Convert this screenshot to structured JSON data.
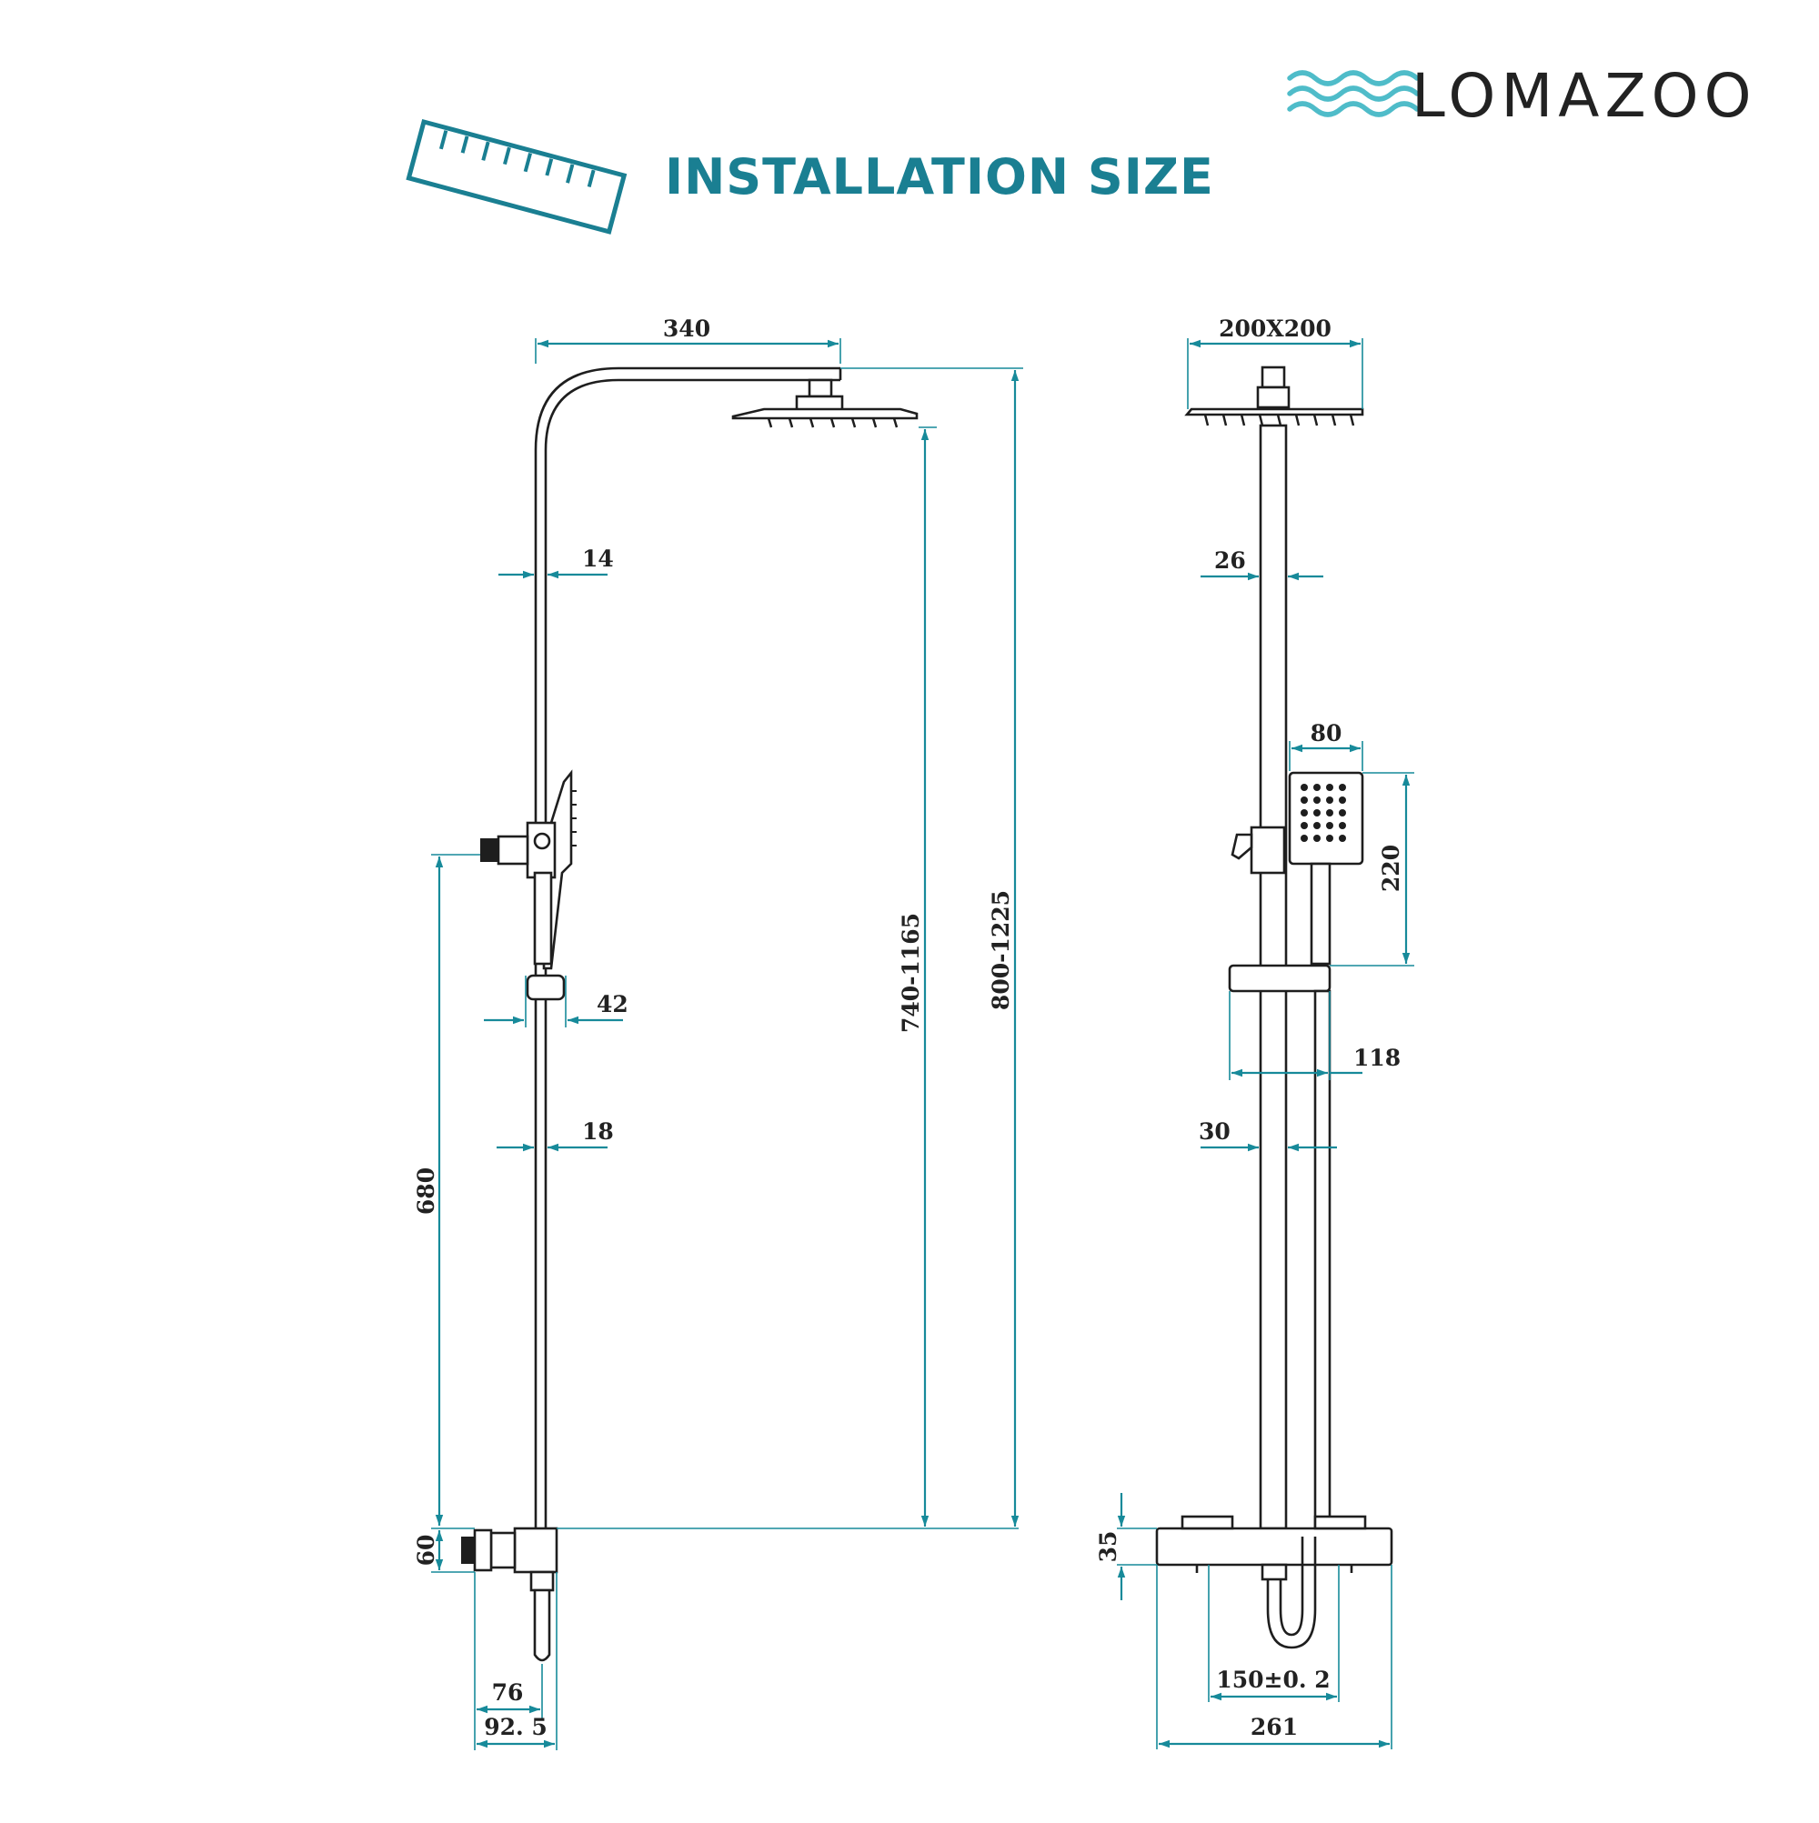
{
  "brand": {
    "name": "LOMAZOO",
    "color": "#4fbcc9"
  },
  "title": {
    "text": "INSTALLATION SIZE",
    "color": "#1a7f92"
  },
  "icons": {
    "ruler": "ruler-icon",
    "logo_wave": "wave-logo-icon"
  },
  "colors": {
    "dimension_line": "#178a9a",
    "part_line": "#1e1e1e"
  },
  "side_view": {
    "arm_length": "340",
    "pipe_diameter_top": "14",
    "slider_width": "42",
    "pipe_diameter_lower": "18",
    "head_drop_height": "740-1165",
    "total_height": "800-1225",
    "holder_height": "680",
    "valve_height": "60",
    "wall_offset_inner": "76",
    "wall_offset_outer": "92. 5"
  },
  "front_view": {
    "head_size": "200X200",
    "upper_pipe": "26",
    "handset_width": "80",
    "handset_height": "220",
    "slider_depth": "118",
    "lower_pipe": "30",
    "valve_thickness": "35",
    "inlet_spacing": "150±0. 2",
    "valve_width": "261"
  }
}
